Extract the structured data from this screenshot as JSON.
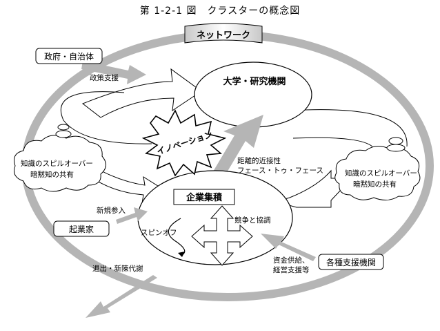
{
  "title": "第 1-2-1 図　クラスターの概念図",
  "network_label": "ネットワーク",
  "boxes": {
    "government": "政府・自治体",
    "entrepreneur": "起業家",
    "support_orgs": "各種支援機関"
  },
  "ellipses": {
    "university": "大学・研究機関",
    "industry": "企業集積"
  },
  "innovation": "イノベーション",
  "clouds": {
    "left": [
      "知識のスピルオーバー",
      "暗黙知の共有"
    ],
    "right": [
      "知識のスピルオーバー",
      "暗黙知の共有"
    ]
  },
  "labels": {
    "policy_support": "政策支援",
    "proximity": [
      "距離的近接性",
      "フェース・トゥ・フェース"
    ],
    "new_entry": "新規参入",
    "spinoff": "スピンオフ",
    "competition": "競争と協調",
    "funding": [
      "資金供給、",
      "経営支援等"
    ],
    "exit": "退出・新陳代謝"
  },
  "colors": {
    "gray_arrow": "#b5b5b5",
    "outline": "#000000"
  }
}
